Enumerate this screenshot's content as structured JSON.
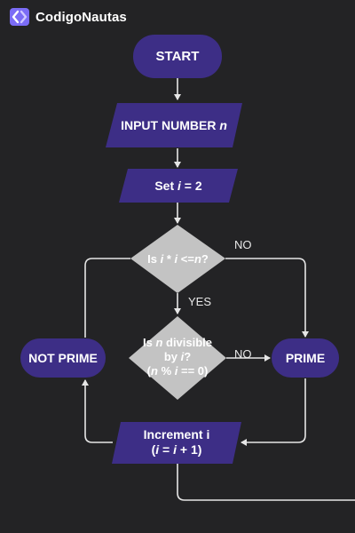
{
  "brand": {
    "name": "CodigoNautas",
    "logo_icon": "chevron-code-icon",
    "accent": "#7b6cf6"
  },
  "colors": {
    "background": "#232325",
    "node_fill": "#3d2e86",
    "decision_fill": "#c3c3c3",
    "edge": "#e6e6e6",
    "text": "#ffffff"
  },
  "nodes": {
    "start": "START",
    "input": {
      "text": "INPUT NUMBER ",
      "var": "n"
    },
    "set": {
      "pre": "Set ",
      "var": "i",
      "post": " = 2"
    },
    "decision1": {
      "pre": "Is ",
      "v1": "i",
      "op": " * ",
      "v2": "i",
      "post": " <=",
      "v3": "n",
      "end": "?"
    },
    "decision2": {
      "line1_pre": "Is ",
      "line1_var": "n",
      "line1_post": " divisible",
      "line2_pre": "by ",
      "line2_var": "i",
      "line2_post": "?",
      "line3_open": "(",
      "line3_v1": "n",
      "line3_mid": " % ",
      "line3_v2": "i",
      "line3_post": " == 0)"
    },
    "not_prime": "NOT PRIME",
    "prime": "PRIME",
    "increment": {
      "line1": "Increment i",
      "line2_open": "(",
      "line2_v1": "i",
      "line2_mid": " = ",
      "line2_v2": "i",
      "line2_post": " + 1)"
    }
  },
  "edge_labels": {
    "no_top": "NO",
    "yes": "YES",
    "no_right": "NO"
  }
}
